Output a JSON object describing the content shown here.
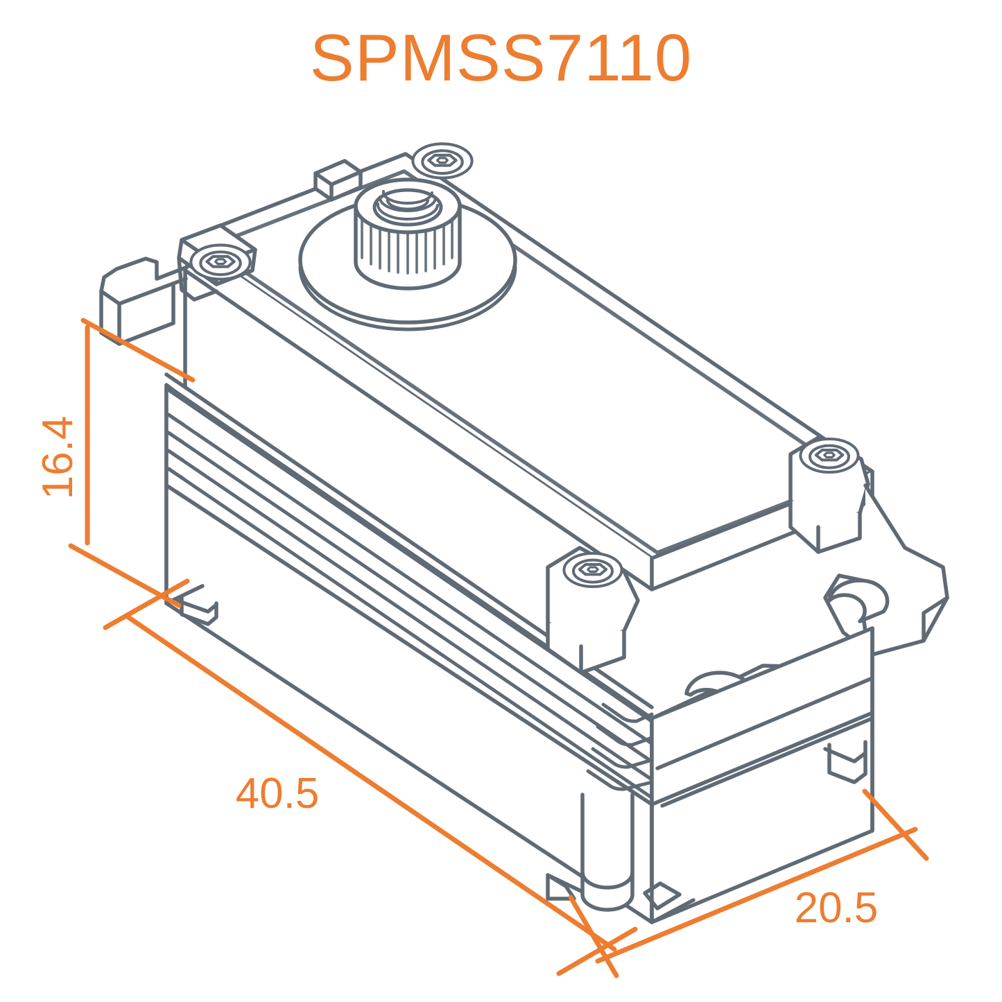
{
  "title": "SPMSS7110",
  "colors": {
    "dimension": "#ED7D31",
    "outline": "#5F6A75",
    "background": "#FFFFFF"
  },
  "drawing": {
    "subject": "servo-isometric-view",
    "projection": "isometric",
    "units_note": "mm"
  },
  "dimensions": {
    "height": {
      "label": "16.4",
      "name": "height-dimension",
      "orientation": "vertical"
    },
    "length": {
      "label": "40.5",
      "name": "length-dimension",
      "orientation": "diagonal-left"
    },
    "width": {
      "label": "20.5",
      "name": "width-dimension",
      "orientation": "diagonal-right"
    }
  },
  "features": {
    "output_spline": "splined-output-shaft",
    "center_screw": "threaded-center-hole",
    "mounting_screws": 4,
    "mounting_tabs": 4,
    "heat_fins": 5
  }
}
